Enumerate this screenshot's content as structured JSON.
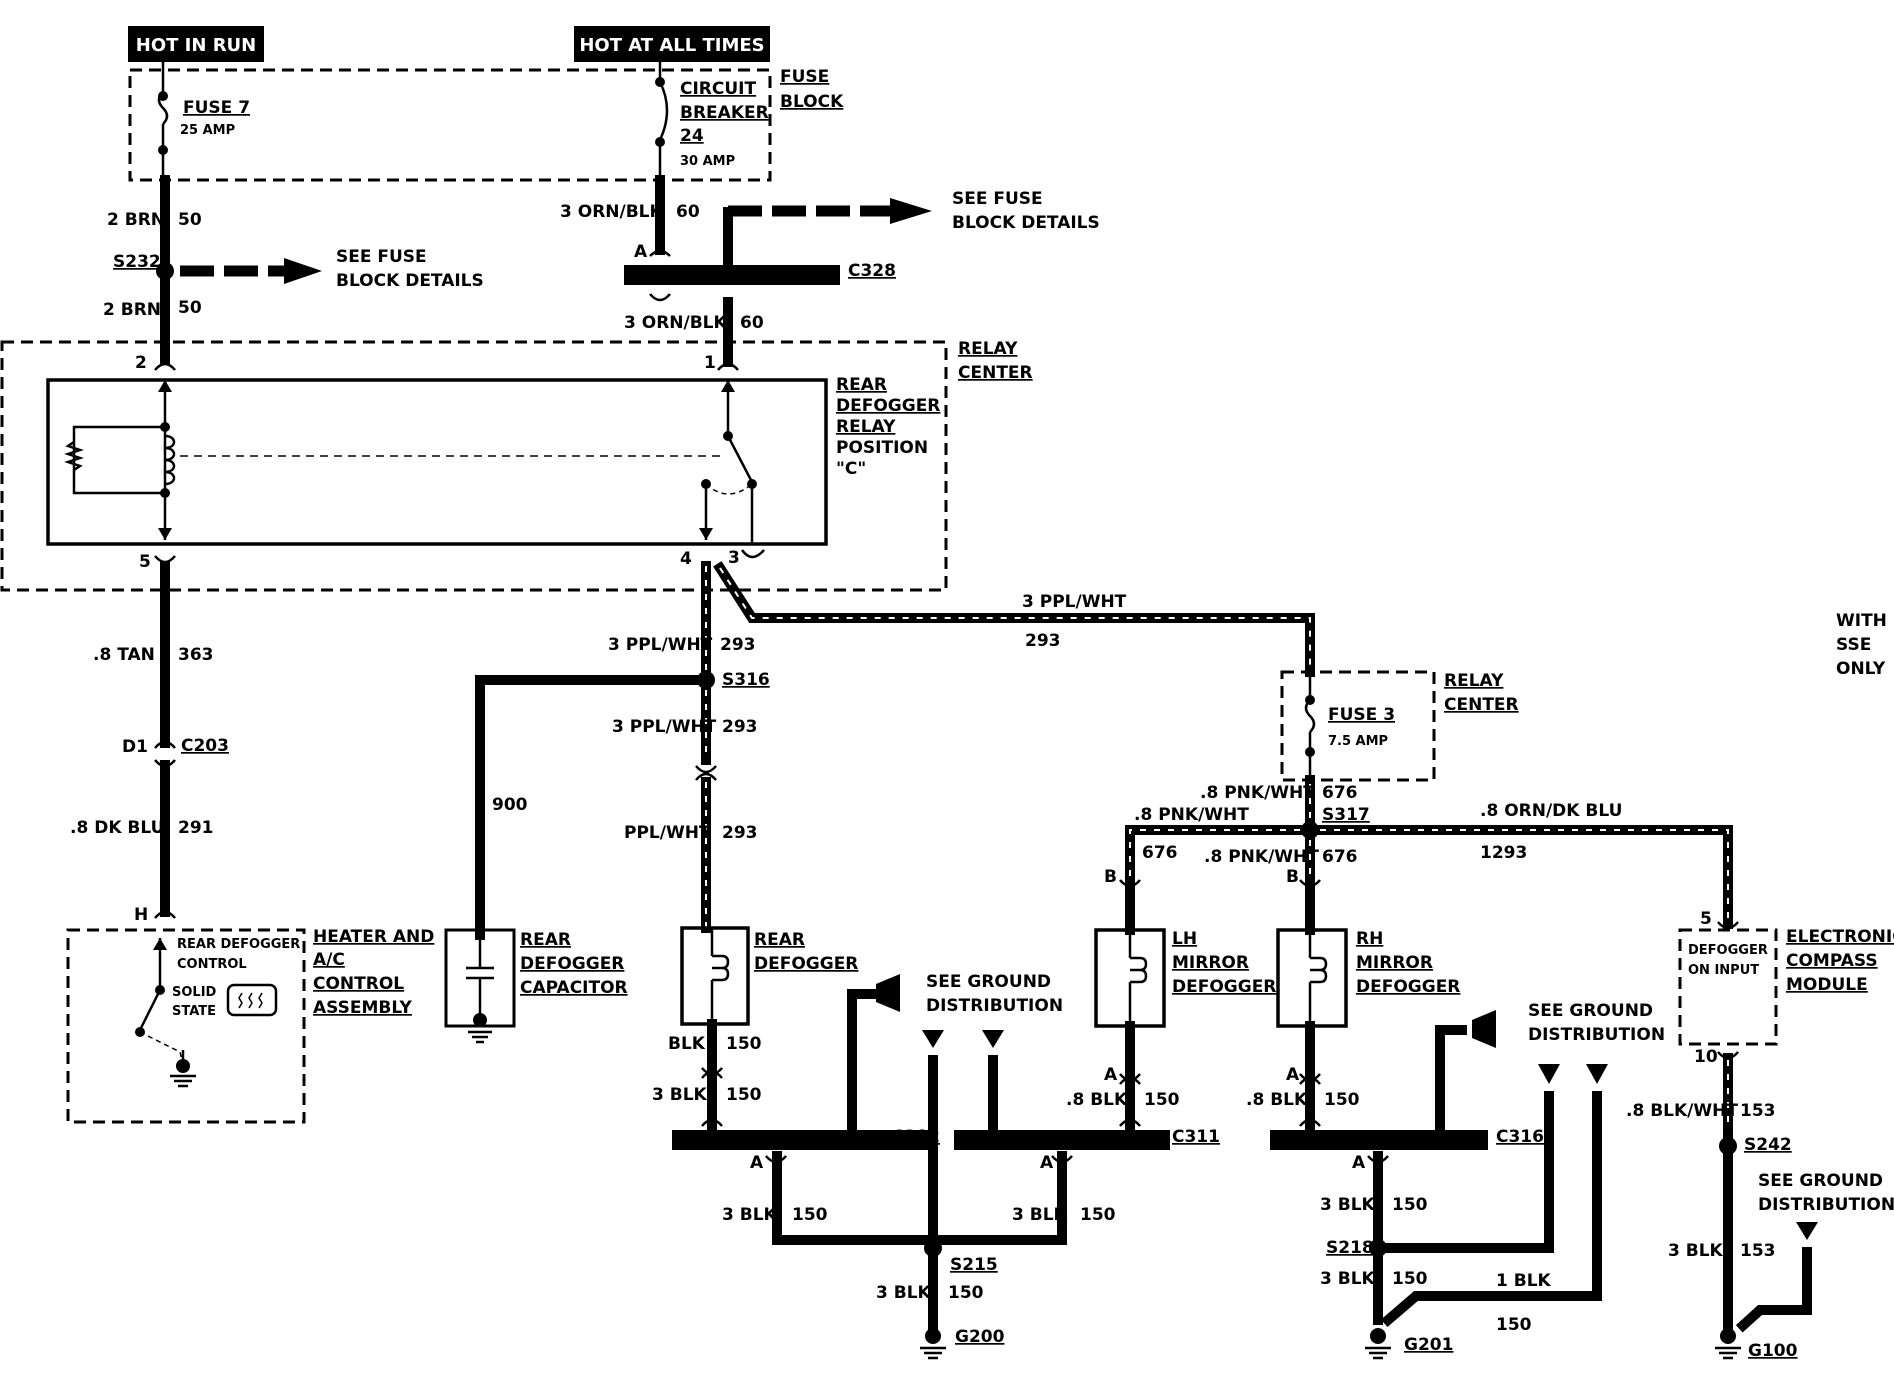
{
  "header": {
    "hot_in_run": "HOT IN RUN",
    "hot_at_all_times": "HOT AT ALL TIMES"
  },
  "fuse_block": {
    "label_line1": "FUSE",
    "label_line2": "BLOCK",
    "fuse7_name": "FUSE 7",
    "fuse7_rating": "25 AMP",
    "breaker_line1": "CIRCUIT",
    "breaker_line2": "BREAKER",
    "breaker_line3": "24",
    "breaker_rating": "30 AMP"
  },
  "see_fuse_1": {
    "line1": "SEE FUSE",
    "line2": "BLOCK DETAILS"
  },
  "see_fuse_2": {
    "line1": "SEE FUSE",
    "line2": "BLOCK DETAILS"
  },
  "wires": {
    "w_2brn_a": "2 BRN",
    "w_50_a": "50",
    "w_2brn_b": "2 BRN",
    "w_50_b": "50",
    "w_3orn_a": "3 ORN/BLK",
    "w_60_a": "60",
    "w_3orn_b": "3 ORN/BLK",
    "w_60_b": "60",
    "w_8tan": ".8 TAN",
    "w_363": "363",
    "w_8dkblu": ".8 DK BLU",
    "w_291": "291",
    "w_3ppl_a": "3 PPL/WHT",
    "w_293_a": "293",
    "w_3ppl_b": "3 PPL/WHT",
    "w_293_b": "293",
    "w_ppl_c": "PPL/WHT",
    "w_293_c": "293",
    "w_3ppl_top": "3 PPL/WHT",
    "w_293_top": "293",
    "w_900": "900",
    "w_blk150": "BLK",
    "w_150_a": "150",
    "w_3blk_a": "3 BLK",
    "w_150_b": "150",
    "w_3blk_c": "3 BLK",
    "w_150_c": "150",
    "w_3blk_d": "3 BLK",
    "w_150_d": "150",
    "w_3blk_e": "3 BLK",
    "w_150_e": "150",
    "w_8blk_lh": ".8 BLK",
    "w_150_lh": "150",
    "w_8blk_rh": ".8 BLK",
    "w_150_rh": "150",
    "w_3blk_f": "3 BLK",
    "w_150_f": "150",
    "w_3blk_g": "3 BLK",
    "w_150_g": "150",
    "w_1blk": "1 BLK",
    "w_150_h": "150",
    "w_8pnk_a": ".8 PNK/WHT",
    "w_676_a": "676",
    "w_8pnk_b": ".8 PNK/WHT",
    "w_676_b": "676",
    "w_8pnk_c": ".8 PNK/WHT",
    "w_676_c": "676",
    "w_8orn": ".8 ORN/DK BLU",
    "w_1293": "1293",
    "w_8blkwht": ".8 BLK/WHT",
    "w_153_a": "153",
    "w_3blk_153": "3 BLK",
    "w_153_b": "153"
  },
  "splices": {
    "s232": "S232",
    "s316": "S316",
    "s317": "S317",
    "s215": "S215",
    "s218": "S218",
    "s242": "S242"
  },
  "connectors": {
    "c328": "C328",
    "c203": "C203",
    "c312": "C312",
    "c311": "C311",
    "c316": "C316"
  },
  "pins": {
    "a_c328": "A",
    "p2": "2",
    "p1": "1",
    "p5": "5",
    "p4": "4",
    "p3": "3",
    "d1": "D1",
    "h": "H",
    "b_lh": "B",
    "b_rh": "B",
    "a_lh": "A",
    "a_rh": "A",
    "a_c312": "A",
    "a_c311": "A",
    "a_c316": "A",
    "p5_ecm": "5",
    "p10_ecm": "10"
  },
  "grounds": {
    "g200": "G200",
    "g201": "G201",
    "g100": "G100"
  },
  "relay_center_1": {
    "line1": "RELAY",
    "line2": "CENTER"
  },
  "relay": {
    "line1": "REAR",
    "line2": "DEFOGGER",
    "line3": "RELAY",
    "line4": "POSITION",
    "line5": "\"C\""
  },
  "relay_center_2": {
    "line1": "RELAY",
    "line2": "CENTER",
    "fuse3_name": "FUSE 3",
    "fuse3_rating": "7.5 AMP"
  },
  "with_sse": {
    "line1": "WITH",
    "line2": "SSE",
    "line3": "ONLY"
  },
  "heater_control": {
    "line1": "HEATER AND",
    "line2": "A/C",
    "line3": "CONTROL",
    "line4": "ASSEMBLY",
    "inner1": "REAR DEFOGGER",
    "inner2": "CONTROL",
    "solid1": "SOLID",
    "solid2": "STATE"
  },
  "capacitor": {
    "line1": "REAR",
    "line2": "DEFOGGER",
    "line3": "CAPACITOR"
  },
  "rear_defogger": {
    "line1": "REAR",
    "line2": "DEFOGGER"
  },
  "lh_mirror": {
    "line1": "LH",
    "line2": "MIRROR",
    "line3": "DEFOGGER"
  },
  "rh_mirror": {
    "line1": "RH",
    "line2": "MIRROR",
    "line3": "DEFOGGER"
  },
  "compass": {
    "line1": "ELECTRONIC",
    "line2": "COMPASS",
    "line3": "MODULE",
    "inner1": "DEFOGGER",
    "inner2": "ON INPUT"
  },
  "see_ground_1": {
    "line1": "SEE GROUND",
    "line2": "DISTRIBUTION"
  },
  "see_ground_2": {
    "line1": "SEE GROUND",
    "line2": "DISTRIBUTION"
  },
  "see_ground_3": {
    "line1": "SEE GROUND",
    "line2": "DISTRIBUTION"
  }
}
